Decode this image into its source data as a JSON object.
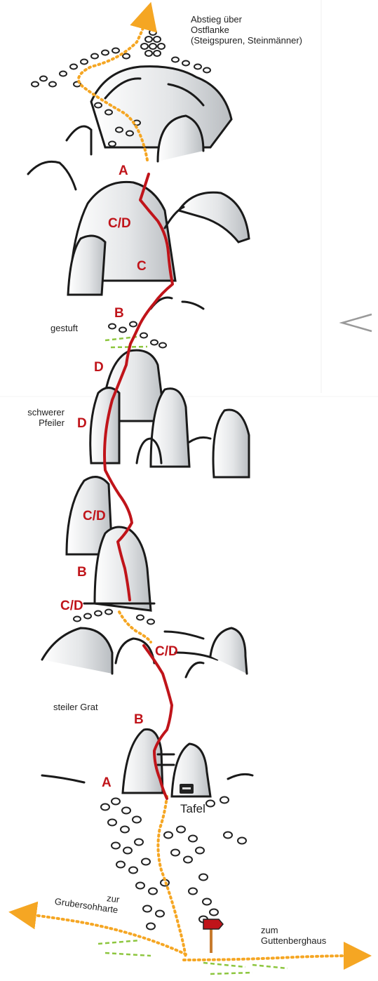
{
  "labels": {
    "descent": "Abstieg über\nOstflanke\n(Steigspuren, Steinmänner)",
    "stepped": "gestuft",
    "pillar": "schwerer\nPfeiler",
    "ridge": "steiler Grat",
    "plaque": "Tafel",
    "left_trail": "zur\nGrubersohharte",
    "right_trail": "zum\nGuttenberghaus"
  },
  "grades": [
    "A",
    "C/D",
    "C",
    "B",
    "D",
    "D",
    "C/D",
    "B",
    "C/D",
    "C/D",
    "B",
    "A"
  ],
  "colors": {
    "route": "#c0141a",
    "trail": "#f5a623",
    "rock_outline": "#1a1a1a",
    "vegetation": "#8dc63f",
    "grade_text": "#c0141a"
  }
}
